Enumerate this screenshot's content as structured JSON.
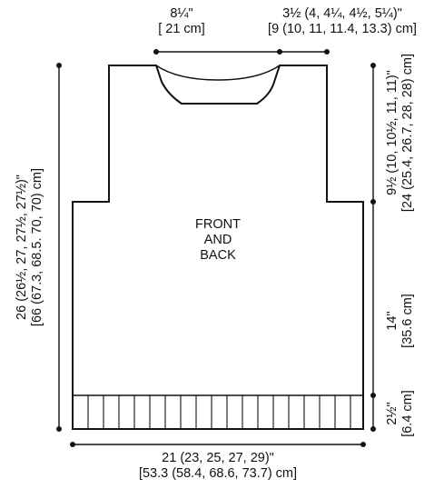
{
  "labels": {
    "neck_width": {
      "line1": "8¼\"",
      "line2": "[ 21 cm]"
    },
    "shoulder_width": {
      "line1": "3½ (4, 4¼, 4½, 5¼)\"",
      "line2": "[9 (10, 11, 11.4, 13.3) cm]"
    },
    "total_length": {
      "line1": "26 (26½, 27, 27½, 27½)\"",
      "line2": "[66 (67.3, 68.5. 70, 70) cm]"
    },
    "armhole_depth": {
      "line1": "9½ (10, 10½, 11, 11)\"",
      "line2": "[24 (25.4, 26.7, 28, 28) cm]"
    },
    "body_length": {
      "line1": "14\"",
      "line2": "[35.6 cm]"
    },
    "ribbing_length": {
      "line1": "2½\"",
      "line2": "[6.4 cm]"
    },
    "bottom_width": {
      "line1": "21 (23, 25, 27, 29)\"",
      "line2": "[53.3 (58.4, 68.6, 73.7) cm]"
    },
    "piece_name": {
      "line1": "FRONT",
      "line2": "AND",
      "line3": "BACK"
    }
  },
  "colors": {
    "ink": "#111111",
    "background": "#ffffff"
  }
}
